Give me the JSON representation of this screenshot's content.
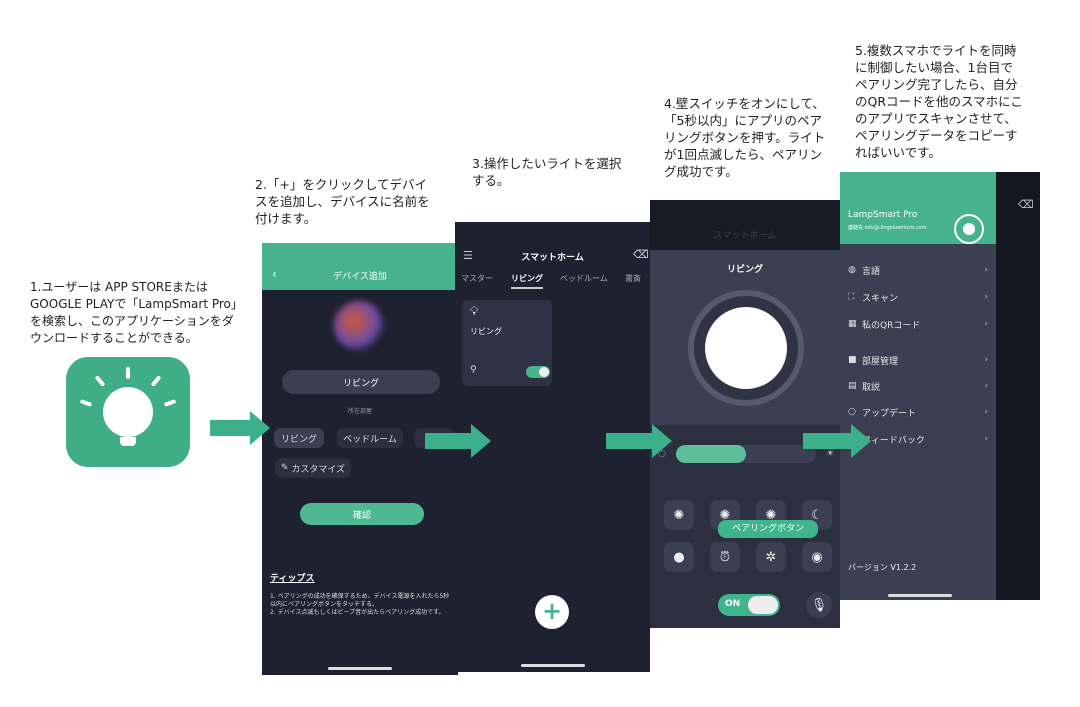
{
  "steps": {
    "s1": "1.ユーザーは APP STOREまたは\nGOOGLE PLAYで「LampSmart Pro」\nを検索し、このアプリケーションをダ\nウンロードすることができる。",
    "s2": "2.「+」をクリックしてデバイ\nスを追加し、デバイスに名前を\n付けます。",
    "s3": "3.操作したいライトを選択\nする。",
    "s4": "4.壁スイッチをオンにして、\n「5秒以内」にアプリのペア\nリングボタンを押す。ライト\nが1回点滅したら、ペアリン\nグ成功です。",
    "s5": "5.複数スマホでライトを同時\nに制御したい場合、1台目で\nペアリング完了したら、自分\nのQRコードを他のスマホにこ\nのアプリでスキャンさせて、\nペアリングデータをコピーす\nればいいです。"
  },
  "colors": {
    "accent": "#46b38e",
    "dark_bg": "#1e2130",
    "panel": "#3a3f52"
  },
  "screen2": {
    "back": "‹",
    "title": "デバイス追加",
    "name_value": "リビング",
    "room_label": "所在部屋",
    "rooms": [
      "リビング",
      "ベッドルーム"
    ],
    "customize": "カスタマイズ",
    "confirm": "確認",
    "tips_title": "ティップス",
    "tips_text": "1. ペアリングの成功を確保するため、デバイス電源を入れたら5秒以内にペアリングボタンをタッチする。\n2. デバイス点滅もしくはビープ音が出たらペアリング成功です。"
  },
  "screen3": {
    "title": "スマットホーム",
    "tabs": [
      "マスター",
      "リビング",
      "ベッドルーム",
      "書斎"
    ],
    "active_tab": 1,
    "card_label": "リビング",
    "card_toggle_on": true,
    "add": "+"
  },
  "screen4": {
    "header_title": "スマットホーム",
    "room": "リビング",
    "brightness_percent": 50,
    "pairing_tooltip": "ペアリングボタン",
    "power": "ON",
    "tiles": [
      "lightbulb-icon",
      "lightbulb-icon",
      "lightbulb-icon",
      "moon-icon",
      "bulb-icon",
      "timer-icon",
      "scene-icon",
      "pairing-icon"
    ]
  },
  "screen5": {
    "app_name": "LampSmart Pro",
    "contact": "連絡先 info@.lingxiuemicro.com",
    "menu": [
      {
        "icon": "globe-icon",
        "label": "言語"
      },
      {
        "icon": "scan-icon",
        "label": "スキャン"
      },
      {
        "icon": "qr-icon",
        "label": "私のQRコード"
      },
      {
        "icon": "room-icon",
        "label": "部屋管理"
      },
      {
        "icon": "document-icon",
        "label": "取説"
      },
      {
        "icon": "update-icon",
        "label": "アップデート"
      },
      {
        "icon": "feedback-icon",
        "label": "フィードバック"
      }
    ],
    "version": "バージョン V1.2.2"
  }
}
